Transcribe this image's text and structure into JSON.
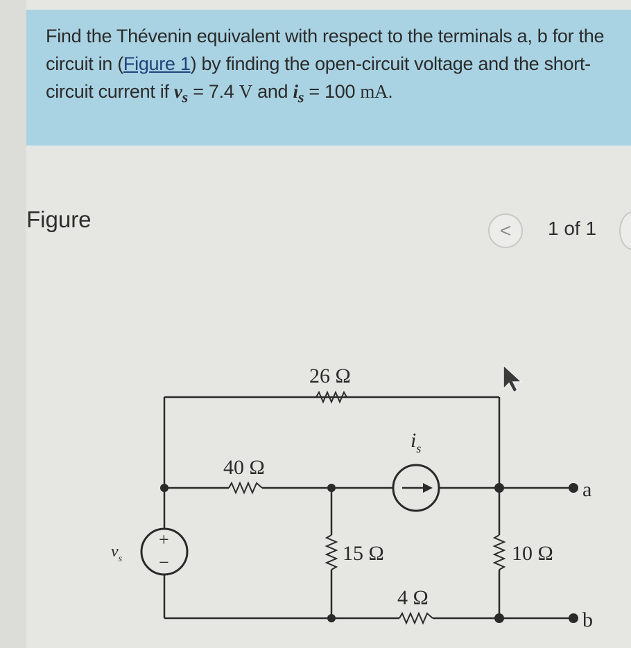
{
  "problem": {
    "text_before_link": "Find the Thévenin equivalent with respect to the terminals a, b for the circuit in (",
    "link": "Figure 1",
    "text_after_link": ") by finding the open-circuit voltage and the short-circuit current if ",
    "vs_symbol": "v",
    "vs_sub": "s",
    "eq1": " = 7.4 ",
    "vs_unit": "V",
    "and": " and ",
    "is_symbol": "i",
    "is_sub": "s",
    "eq2": " = ",
    "is_value": "100 ",
    "is_unit": "mA",
    "period": "."
  },
  "figure": {
    "label": "Figure",
    "prev_icon": "<",
    "pager": "1 of 1"
  },
  "circuit": {
    "r26": "26 Ω",
    "r40": "40 Ω",
    "r15": "15 Ω",
    "r4": "4 Ω",
    "r10": "10 Ω",
    "is_label": "i",
    "is_sub": "s",
    "vs_label": "v",
    "vs_sub": "s",
    "plus": "+",
    "minus": "−",
    "terminal_a": "a",
    "terminal_b": "b"
  },
  "icons": {
    "prev": "chevron-left-icon",
    "cursor": "mouse-pointer-icon",
    "current_source": "current-source-icon",
    "voltage_source": "voltage-source-icon"
  }
}
